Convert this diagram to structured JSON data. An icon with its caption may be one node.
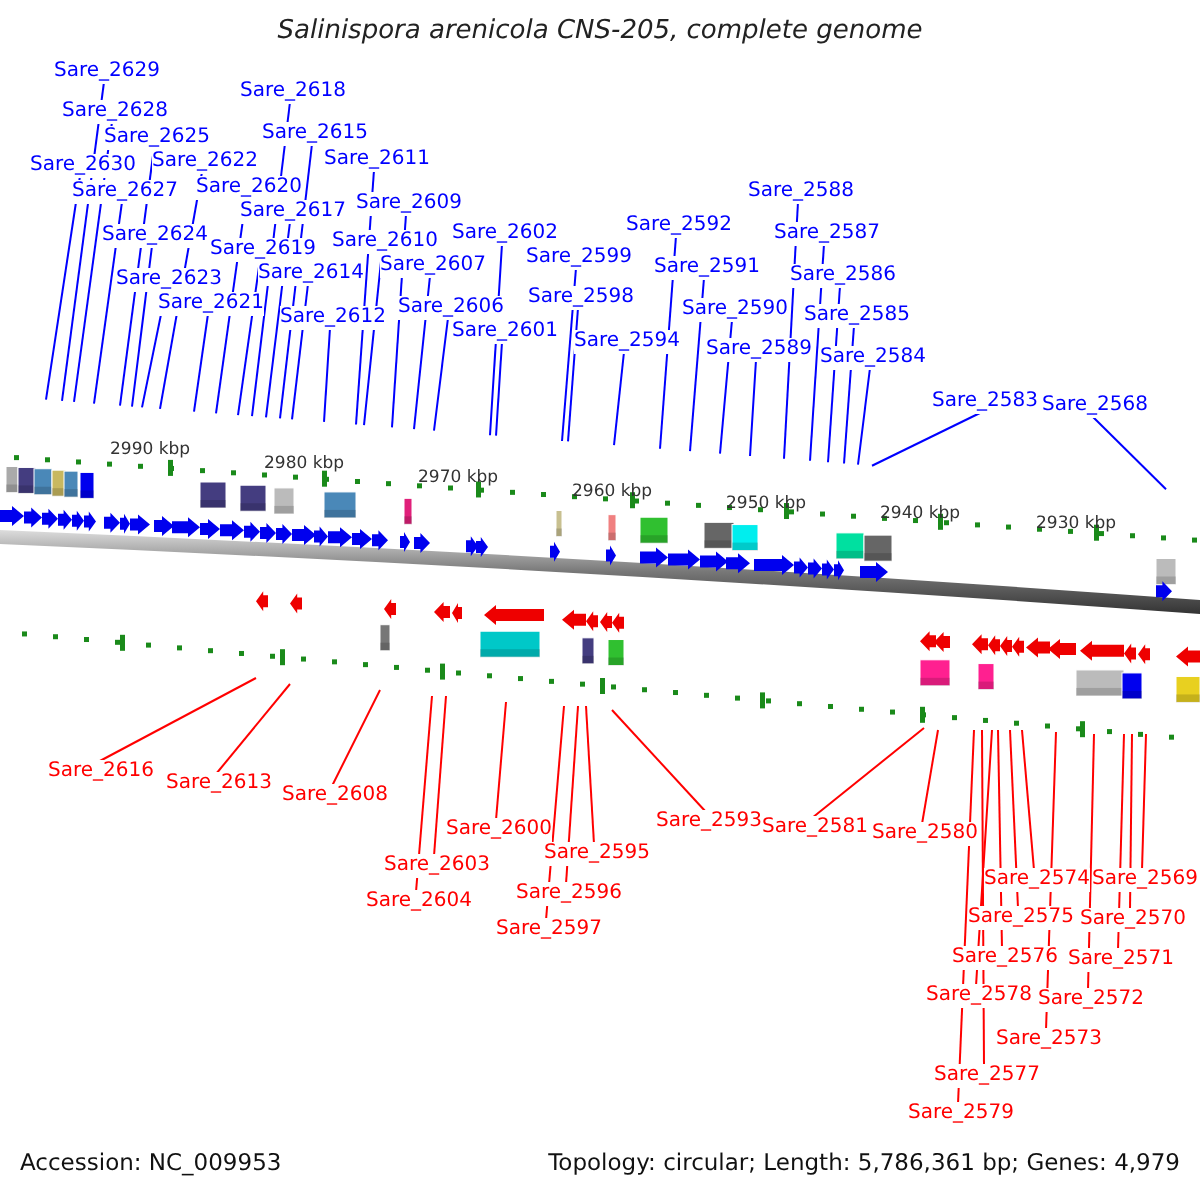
{
  "diagram": {
    "title": "Salinispora arenicola CNS-205, complete genome",
    "nodes": [
      {
        "text": [
          "Sare_2629"
        ]
      },
      {
        "text": [
          "Sare_2628"
        ]
      },
      {
        "text": [
          "Sare_2625"
        ]
      },
      {
        "text": [
          "Sare_2630"
        ]
      },
      {
        "text": [
          "Sare_2622"
        ]
      },
      {
        "text": [
          "Sare_2627"
        ]
      },
      {
        "text": [
          "Sare_2620"
        ]
      },
      {
        "text": [
          "Sare_2618"
        ]
      },
      {
        "text": [
          "Sare_2615"
        ]
      },
      {
        "text": [
          "Sare_2611"
        ]
      },
      {
        "text": [
          "Sare_2617"
        ]
      },
      {
        "text": [
          "Sare_2609"
        ]
      },
      {
        "text": [
          "Sare_2624"
        ]
      },
      {
        "text": [
          "Sare_2619"
        ]
      },
      {
        "text": [
          "Sare_2610"
        ]
      },
      {
        "text": [
          "Sare_2602"
        ]
      },
      {
        "text": [
          "Sare_2614"
        ]
      },
      {
        "text": [
          "Sare_2607"
        ]
      },
      {
        "text": [
          "Sare_2623"
        ]
      },
      {
        "text": [
          "Sare_2621"
        ]
      },
      {
        "text": [
          "Sare_2612"
        ]
      },
      {
        "text": [
          "Sare_2606"
        ]
      },
      {
        "text": [
          "Sare_2601"
        ]
      },
      {
        "text": [
          "Sare_2599"
        ]
      },
      {
        "text": [
          "Sare_2598"
        ]
      },
      {
        "text": [
          "Sare_2594"
        ]
      },
      {
        "text": [
          "Sare_2592"
        ]
      },
      {
        "text": [
          "Sare_2591"
        ]
      },
      {
        "text": [
          "Sare_2590"
        ]
      },
      {
        "text": [
          "Sare_2589"
        ]
      },
      {
        "text": [
          "Sare_2588"
        ]
      },
      {
        "text": [
          "Sare_2587"
        ]
      },
      {
        "text": [
          "Sare_2586"
        ]
      },
      {
        "text": [
          "Sare_2585"
        ]
      },
      {
        "text": [
          "Sare_2584"
        ]
      },
      {
        "text": [
          "Sare_2583"
        ]
      },
      {
        "text": [
          "Sare_2568"
        ]
      },
      {
        "text": [
          "Sare_2616"
        ]
      },
      {
        "text": [
          "Sare_2613"
        ]
      },
      {
        "text": [
          "Sare_2608"
        ]
      },
      {
        "text": [
          "Sare_2600"
        ]
      },
      {
        "text": [
          "Sare_2603"
        ]
      },
      {
        "text": [
          "Sare_2604"
        ]
      },
      {
        "text": [
          "Sare_2595"
        ]
      },
      {
        "text": [
          "Sare_2596"
        ]
      },
      {
        "text": [
          "Sare_2597"
        ]
      },
      {
        "text": [
          "Sare_2593"
        ]
      },
      {
        "text": [
          "Sare_2581"
        ]
      },
      {
        "text": [
          "Sare_2580"
        ]
      },
      {
        "text": [
          "Sare_2574"
        ]
      },
      {
        "text": [
          "Sare_2575"
        ]
      },
      {
        "text": [
          "Sare_2576"
        ]
      },
      {
        "text": [
          "Sare_2578"
        ]
      },
      {
        "text": [
          "Sare_2573"
        ]
      },
      {
        "text": [
          "Sare_2577"
        ]
      },
      {
        "text": [
          "Sare_2579"
        ]
      },
      {
        "text": [
          "Sare_2569"
        ]
      },
      {
        "text": [
          "Sare_2570"
        ]
      },
      {
        "text": [
          "Sare_2571"
        ]
      },
      {
        "text": [
          "Sare_2572"
        ]
      }
    ],
    "edges": [
      {
        "from": 0,
        "to": null,
        "arrow": "none"
      },
      {
        "from": 1,
        "to": null,
        "arrow": "none"
      },
      {
        "from": 2,
        "to": null,
        "arrow": "none"
      },
      {
        "from": 3,
        "to": null,
        "arrow": "none"
      },
      {
        "from": 4,
        "to": null,
        "arrow": "none"
      },
      {
        "from": 5,
        "to": null,
        "arrow": "none"
      },
      {
        "from": 6,
        "to": null,
        "arrow": "none"
      },
      {
        "from": 7,
        "to": null,
        "arrow": "none"
      },
      {
        "from": 8,
        "to": null,
        "arrow": "none"
      },
      {
        "from": 9,
        "to": null,
        "arrow": "none"
      },
      {
        "from": 10,
        "to": null,
        "arrow": "none"
      },
      {
        "from": 11,
        "to": null,
        "arrow": "none"
      },
      {
        "from": 12,
        "to": null,
        "arrow": "none"
      },
      {
        "from": 13,
        "to": null,
        "arrow": "none"
      },
      {
        "from": 14,
        "to": null,
        "arrow": "none"
      },
      {
        "from": 15,
        "to": null,
        "arrow": "none"
      },
      {
        "from": 16,
        "to": null,
        "arrow": "none"
      },
      {
        "from": 17,
        "to": null,
        "arrow": "none"
      },
      {
        "from": 18,
        "to": null,
        "arrow": "none"
      },
      {
        "from": 19,
        "to": null,
        "arrow": "none"
      },
      {
        "from": 20,
        "to": null,
        "arrow": "none"
      },
      {
        "from": 21,
        "to": null,
        "arrow": "none"
      },
      {
        "from": 22,
        "to": null,
        "arrow": "none"
      },
      {
        "from": 23,
        "to": null,
        "arrow": "none"
      },
      {
        "from": 24,
        "to": null,
        "arrow": "none"
      },
      {
        "from": 25,
        "to": null,
        "arrow": "none"
      },
      {
        "from": 26,
        "to": null,
        "arrow": "none"
      },
      {
        "from": 27,
        "to": null,
        "arrow": "none"
      },
      {
        "from": 28,
        "to": null,
        "arrow": "none"
      },
      {
        "from": 29,
        "to": null,
        "arrow": "none"
      },
      {
        "from": 30,
        "to": null,
        "arrow": "none"
      },
      {
        "from": 31,
        "to": null,
        "arrow": "none"
      },
      {
        "from": 32,
        "to": null,
        "arrow": "none"
      },
      {
        "from": 33,
        "to": null,
        "arrow": "none"
      },
      {
        "from": 34,
        "to": null,
        "arrow": "none"
      },
      {
        "from": 35,
        "to": null,
        "arrow": "none"
      },
      {
        "from": 36,
        "to": null,
        "arrow": "none"
      },
      {
        "from": 37,
        "to": null,
        "arrow": "none",
        "color": "#ff0000"
      },
      {
        "from": 38,
        "to": null,
        "arrow": "none",
        "color": "#ff0000"
      },
      {
        "from": 39,
        "to": null,
        "arrow": "none",
        "color": "#ff0000"
      },
      {
        "from": 40,
        "to": null,
        "arrow": "none",
        "color": "#ff0000"
      },
      {
        "from": 41,
        "to": null,
        "arrow": "none",
        "color": "#ff0000"
      },
      {
        "from": 42,
        "to": null,
        "arrow": "none",
        "color": "#ff0000"
      },
      {
        "from": 43,
        "to": null,
        "arrow": "none",
        "color": "#ff0000"
      },
      {
        "from": 44,
        "to": null,
        "arrow": "none",
        "color": "#ff0000"
      },
      {
        "from": 45,
        "to": null,
        "arrow": "none",
        "color": "#ff0000"
      },
      {
        "from": 46,
        "to": null,
        "arrow": "none",
        "color": "#ff0000"
      },
      {
        "from": 47,
        "to": null,
        "arrow": "none",
        "color": "#ff0000"
      },
      {
        "from": 48,
        "to": null,
        "arrow": "none",
        "color": "#ff0000"
      },
      {
        "from": 49,
        "to": null,
        "arrow": "none",
        "color": "#ff0000"
      },
      {
        "from": 50,
        "to": null,
        "arrow": "none",
        "color": "#ff0000"
      },
      {
        "from": 51,
        "to": null,
        "arrow": "none",
        "color": "#ff0000"
      },
      {
        "from": 52,
        "to": null,
        "arrow": "none",
        "color": "#ff0000"
      },
      {
        "from": 53,
        "to": null,
        "arrow": "none",
        "color": "#ff0000"
      },
      {
        "from": 54,
        "to": null,
        "arrow": "none",
        "color": "#ff0000"
      },
      {
        "from": 55,
        "to": null,
        "arrow": "none",
        "color": "#ff0000"
      },
      {
        "from": 56,
        "to": null,
        "arrow": "none",
        "color": "#ff0000"
      },
      {
        "from": 57,
        "to": null,
        "arrow": "none",
        "color": "#ff0000"
      },
      {
        "from": 58,
        "to": null,
        "arrow": "none",
        "color": "#ff0000"
      },
      {
        "from": 59,
        "to": null,
        "arrow": "none",
        "color": "#ff0000"
      }
    ],
    "labels": [
      "2990 kbp",
      "2980 kbp",
      "2970 kbp",
      "2960 kbp",
      "2950 kbp",
      "2940 kbp",
      "2930 kbp",
      "Accession: NC_009953",
      "Topology: circular; Length: 5,786,361 bp; Genes: 4,979"
    ]
  }
}
